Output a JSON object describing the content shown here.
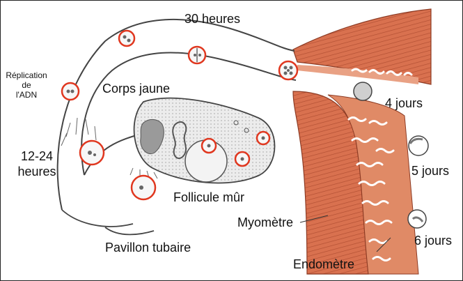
{
  "labels": {
    "hours30": "30 heures",
    "replication_line1": "Réplication",
    "replication_line2": "de",
    "replication_line3": "l'ADN",
    "hours12_line1": "12-24",
    "hours12_line2": "heures",
    "corps_jaune": "Corps jaune",
    "follicule": "Follicule mûr",
    "pavillon": "Pavillon tubaire",
    "myometre": "Myomètre",
    "endometre": "Endomètre",
    "day4": "4 jours",
    "day5": "5 jours",
    "day6": "6 jours"
  },
  "colors": {
    "muscle": "#d9714f",
    "muscle_dark": "#b24f33",
    "ring": "#e0371f",
    "ovary": "#e9e9e9",
    "line": "#333333"
  }
}
